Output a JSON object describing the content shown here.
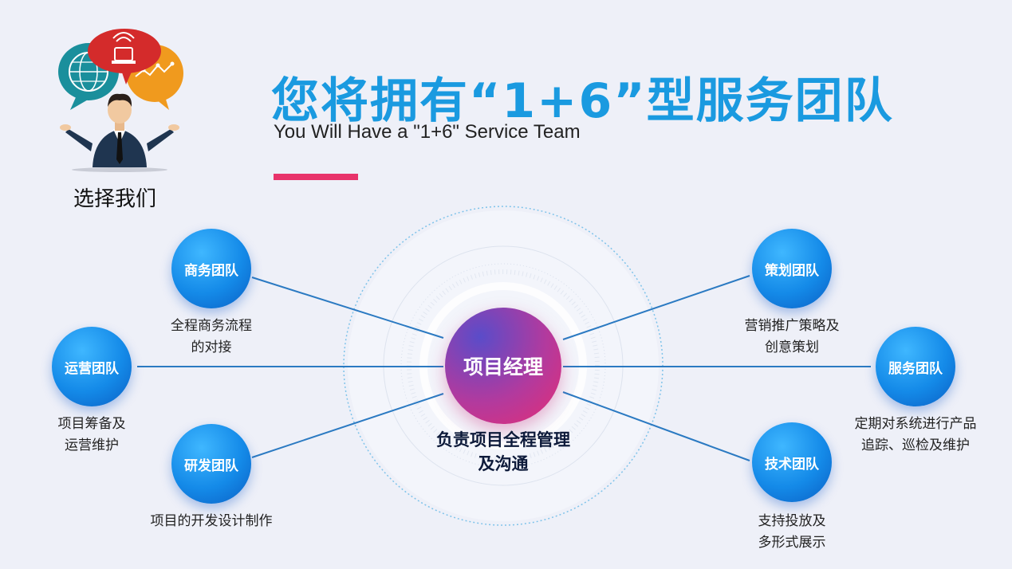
{
  "header": {
    "title": "您将拥有“1+6”型服务团队",
    "subtitle": "You Will Have a \"1+6\" Service Team"
  },
  "logo": {
    "caption": "选择我们"
  },
  "center": {
    "label": "项目经理",
    "desc_line1": "负责项目全程管理",
    "desc_line2": "及沟通"
  },
  "teams": {
    "business": {
      "label": "商务团队",
      "desc_line1": "全程商务流程",
      "desc_line2": "的对接"
    },
    "operations": {
      "label": "运营团队",
      "desc_line1": "项目筹备及",
      "desc_line2": "运营维护"
    },
    "rnd": {
      "label": "研发团队",
      "desc_line1": "项目的开发设计制作"
    },
    "planning": {
      "label": "策划团队",
      "desc_line1": "营销推广策略及",
      "desc_line2": "创意策划"
    },
    "service": {
      "label": "服务团队",
      "desc_line1": "定期对系统进行产品",
      "desc_line2": "追踪、巡检及维护"
    },
    "tech": {
      "label": "技术团队",
      "desc_line1": "支持投放及",
      "desc_line2": "多形式展示"
    }
  },
  "colors": {
    "title": "#1a9ae0",
    "accent": "#e8336b",
    "node": "#148ae8",
    "center": "#e52d74"
  }
}
